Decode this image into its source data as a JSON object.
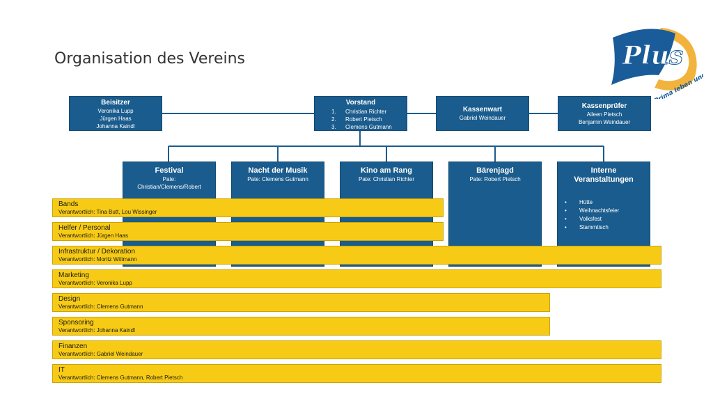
{
  "slide": {
    "title": "Organisation des Vereins"
  },
  "logo": {
    "word": "Plus",
    "tagline": "Prima leben und stereo",
    "colors": {
      "blue": "#1a5c9a",
      "gold": "#f2b33d"
    }
  },
  "colors": {
    "box": "#1a5c8d",
    "bar": "#f7cb15",
    "line": "#1a5c8d"
  },
  "board": {
    "beisitzer": {
      "title": "Beisitzer",
      "members": [
        "Veronika Lupp",
        "Jürgen Haas",
        "Johanna Kaindl"
      ]
    },
    "vorstand": {
      "title": "Vorstand",
      "members": [
        {
          "num": "1.",
          "name": "Christian Richter"
        },
        {
          "num": "2.",
          "name": "Robert Pietsch"
        },
        {
          "num": "3.",
          "name": "Clemens Gutmann"
        }
      ]
    },
    "kassenwart": {
      "title": "Kassenwart",
      "members": [
        "Gabriel Weindauer"
      ]
    },
    "kassenpruefer": {
      "title": "Kassenprüfer",
      "members": [
        "Aileen Pietsch",
        "Benjamin Weindauer"
      ]
    }
  },
  "events": [
    {
      "title": "Festival",
      "pate": "Pate:",
      "pate2": "Christian/Clemens/Robert"
    },
    {
      "title": "Nacht der Musik",
      "pate": "Pate: Clemens Gutmann"
    },
    {
      "title": "Kino am Rang",
      "pate": "Pate: Christian Richter"
    },
    {
      "title": "Bärenjagd",
      "pate": "Pate: Robert Pietsch"
    },
    {
      "title": "Interne Veranstaltungen",
      "bullet": "•",
      "items": [
        "Hütte",
        "Weihnachtsfeier",
        "Volksfest",
        "Stammtisch"
      ]
    }
  ],
  "teams": [
    {
      "name": "Bands",
      "resp": "Verantwortlich: Tina Butt, Lou Wissinger"
    },
    {
      "name": "Helfer / Personal",
      "resp": "Verantwortlich: Jürgen Haas"
    },
    {
      "name": "Infrastruktur / Dekoration",
      "resp": "Verantwortlich: Moritz Wittmann"
    },
    {
      "name": "Marketing",
      "resp": "Verantwortlich: Veronika Lupp"
    },
    {
      "name": "Design",
      "resp": "Verantwortlich: Clemens Gutmann"
    },
    {
      "name": "Sponsoring",
      "resp": "Verantwortlich: Johanna Kaindl"
    },
    {
      "name": "Finanzen",
      "resp": "Verantwortlich: Gabriel Weindauer"
    },
    {
      "name": "IT",
      "resp": "Verantwortlich: Clemens Gutmann, Robert Pietsch"
    }
  ]
}
